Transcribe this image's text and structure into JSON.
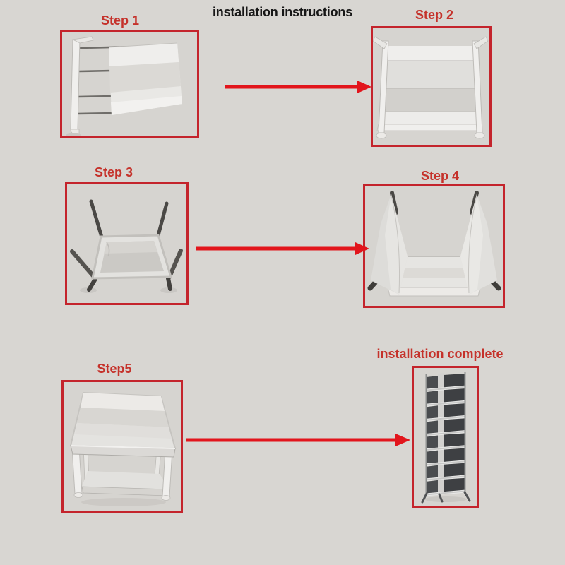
{
  "title": "installation instructions",
  "steps": [
    {
      "id": "step-1",
      "label": "Step 1"
    },
    {
      "id": "step-2",
      "label": "Step 2"
    },
    {
      "id": "step-3",
      "label": "Step 3"
    },
    {
      "id": "step-4",
      "label": "Step 4"
    },
    {
      "id": "step-5",
      "label": "Step5"
    }
  ],
  "final": {
    "label": "installation complete",
    "rack_tiers": 8
  },
  "colors": {
    "background": "#d8d6d2",
    "box_border_red": "#c4242c",
    "label_red": "#c5322b",
    "arrow_red": "#e2151c",
    "title_black": "#171717",
    "rack_panel_dark": "#45474a",
    "fabric_light": "#e9e8e5"
  }
}
